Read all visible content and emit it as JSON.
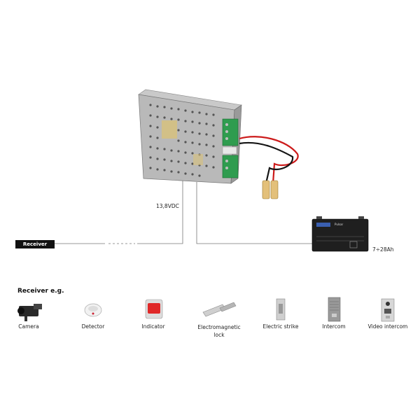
{
  "diagram": {
    "voltage_label": "13,8VDC",
    "receiver_tag": "Receiver",
    "battery_label": "7÷28Ah",
    "receivers_title": "Receiver e.g.",
    "battery_brand": "Pulsar",
    "receivers": [
      {
        "label": "Camera",
        "icon": "camera-icon"
      },
      {
        "label": "Detector",
        "icon": "smoke-detector-icon"
      },
      {
        "label": "Indicator",
        "icon": "siren-indicator-icon"
      },
      {
        "label": "Electromagnetic lock",
        "icon": "electromagnetic-lock-icon"
      },
      {
        "label": "Electric strike",
        "icon": "electric-strike-icon"
      },
      {
        "label": "Intercom",
        "icon": "intercom-icon"
      },
      {
        "label": "Video intercom",
        "icon": "video-intercom-icon"
      }
    ]
  }
}
